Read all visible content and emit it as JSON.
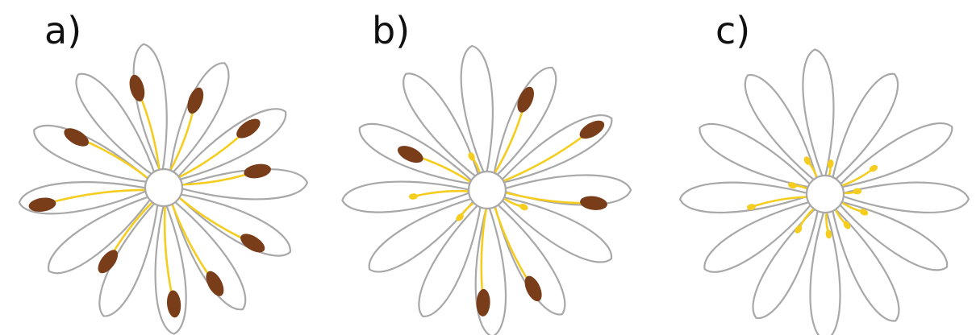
{
  "panels": [
    {
      "label": "a)",
      "stamens": [
        {
          "angle": -105,
          "length": 128,
          "ripe": true
        },
        {
          "angle": -70,
          "length": 115,
          "ripe": true
        },
        {
          "angle": -35,
          "length": 128,
          "ripe": true
        },
        {
          "angle": -10,
          "length": 118,
          "ripe": true
        },
        {
          "angle": 32,
          "length": 130,
          "ripe": true
        },
        {
          "angle": 62,
          "length": 135,
          "ripe": true
        },
        {
          "angle": 85,
          "length": 145,
          "ripe": true
        },
        {
          "angle": 127,
          "length": 115,
          "ripe": true
        },
        {
          "angle": 172,
          "length": 152,
          "ripe": true
        },
        {
          "angle": -150,
          "length": 125,
          "ripe": true
        }
      ]
    },
    {
      "label": "b)",
      "stamens": [
        {
          "angle": -67,
          "length": 122,
          "ripe": true
        },
        {
          "angle": -30,
          "length": 150,
          "ripe": true
        },
        {
          "angle": 7,
          "length": 133,
          "ripe": true
        },
        {
          "angle": 65,
          "length": 135,
          "ripe": true
        },
        {
          "angle": 92,
          "length": 140,
          "ripe": true
        },
        {
          "angle": -155,
          "length": 105,
          "ripe": true
        },
        {
          "angle": -115,
          "length": 46,
          "ripe": false
        },
        {
          "angle": 175,
          "length": 92,
          "ripe": false
        },
        {
          "angle": 135,
          "length": 48,
          "ripe": false
        },
        {
          "angle": 25,
          "length": 50,
          "ripe": false
        }
      ]
    },
    {
      "label": "c)",
      "stamens": [
        {
          "angle": -118,
          "length": 47,
          "ripe": false
        },
        {
          "angle": -80,
          "length": 38,
          "ripe": false
        },
        {
          "angle": -28,
          "length": 68,
          "ripe": false
        },
        {
          "angle": -5,
          "length": 40,
          "ripe": false
        },
        {
          "angle": 25,
          "length": 53,
          "ripe": false
        },
        {
          "angle": 55,
          "length": 47,
          "ripe": false
        },
        {
          "angle": 85,
          "length": 50,
          "ripe": false
        },
        {
          "angle": 127,
          "length": 55,
          "ripe": false
        },
        {
          "angle": 170,
          "length": 93,
          "ripe": false
        },
        {
          "angle": -165,
          "length": 42,
          "ripe": false
        }
      ]
    }
  ],
  "colors": {
    "petal_outline": "#a8a8a8",
    "filament": "#f5cd1f",
    "anther_ripe": "#7a3d1a",
    "anther_small": "#f5cd1f"
  }
}
